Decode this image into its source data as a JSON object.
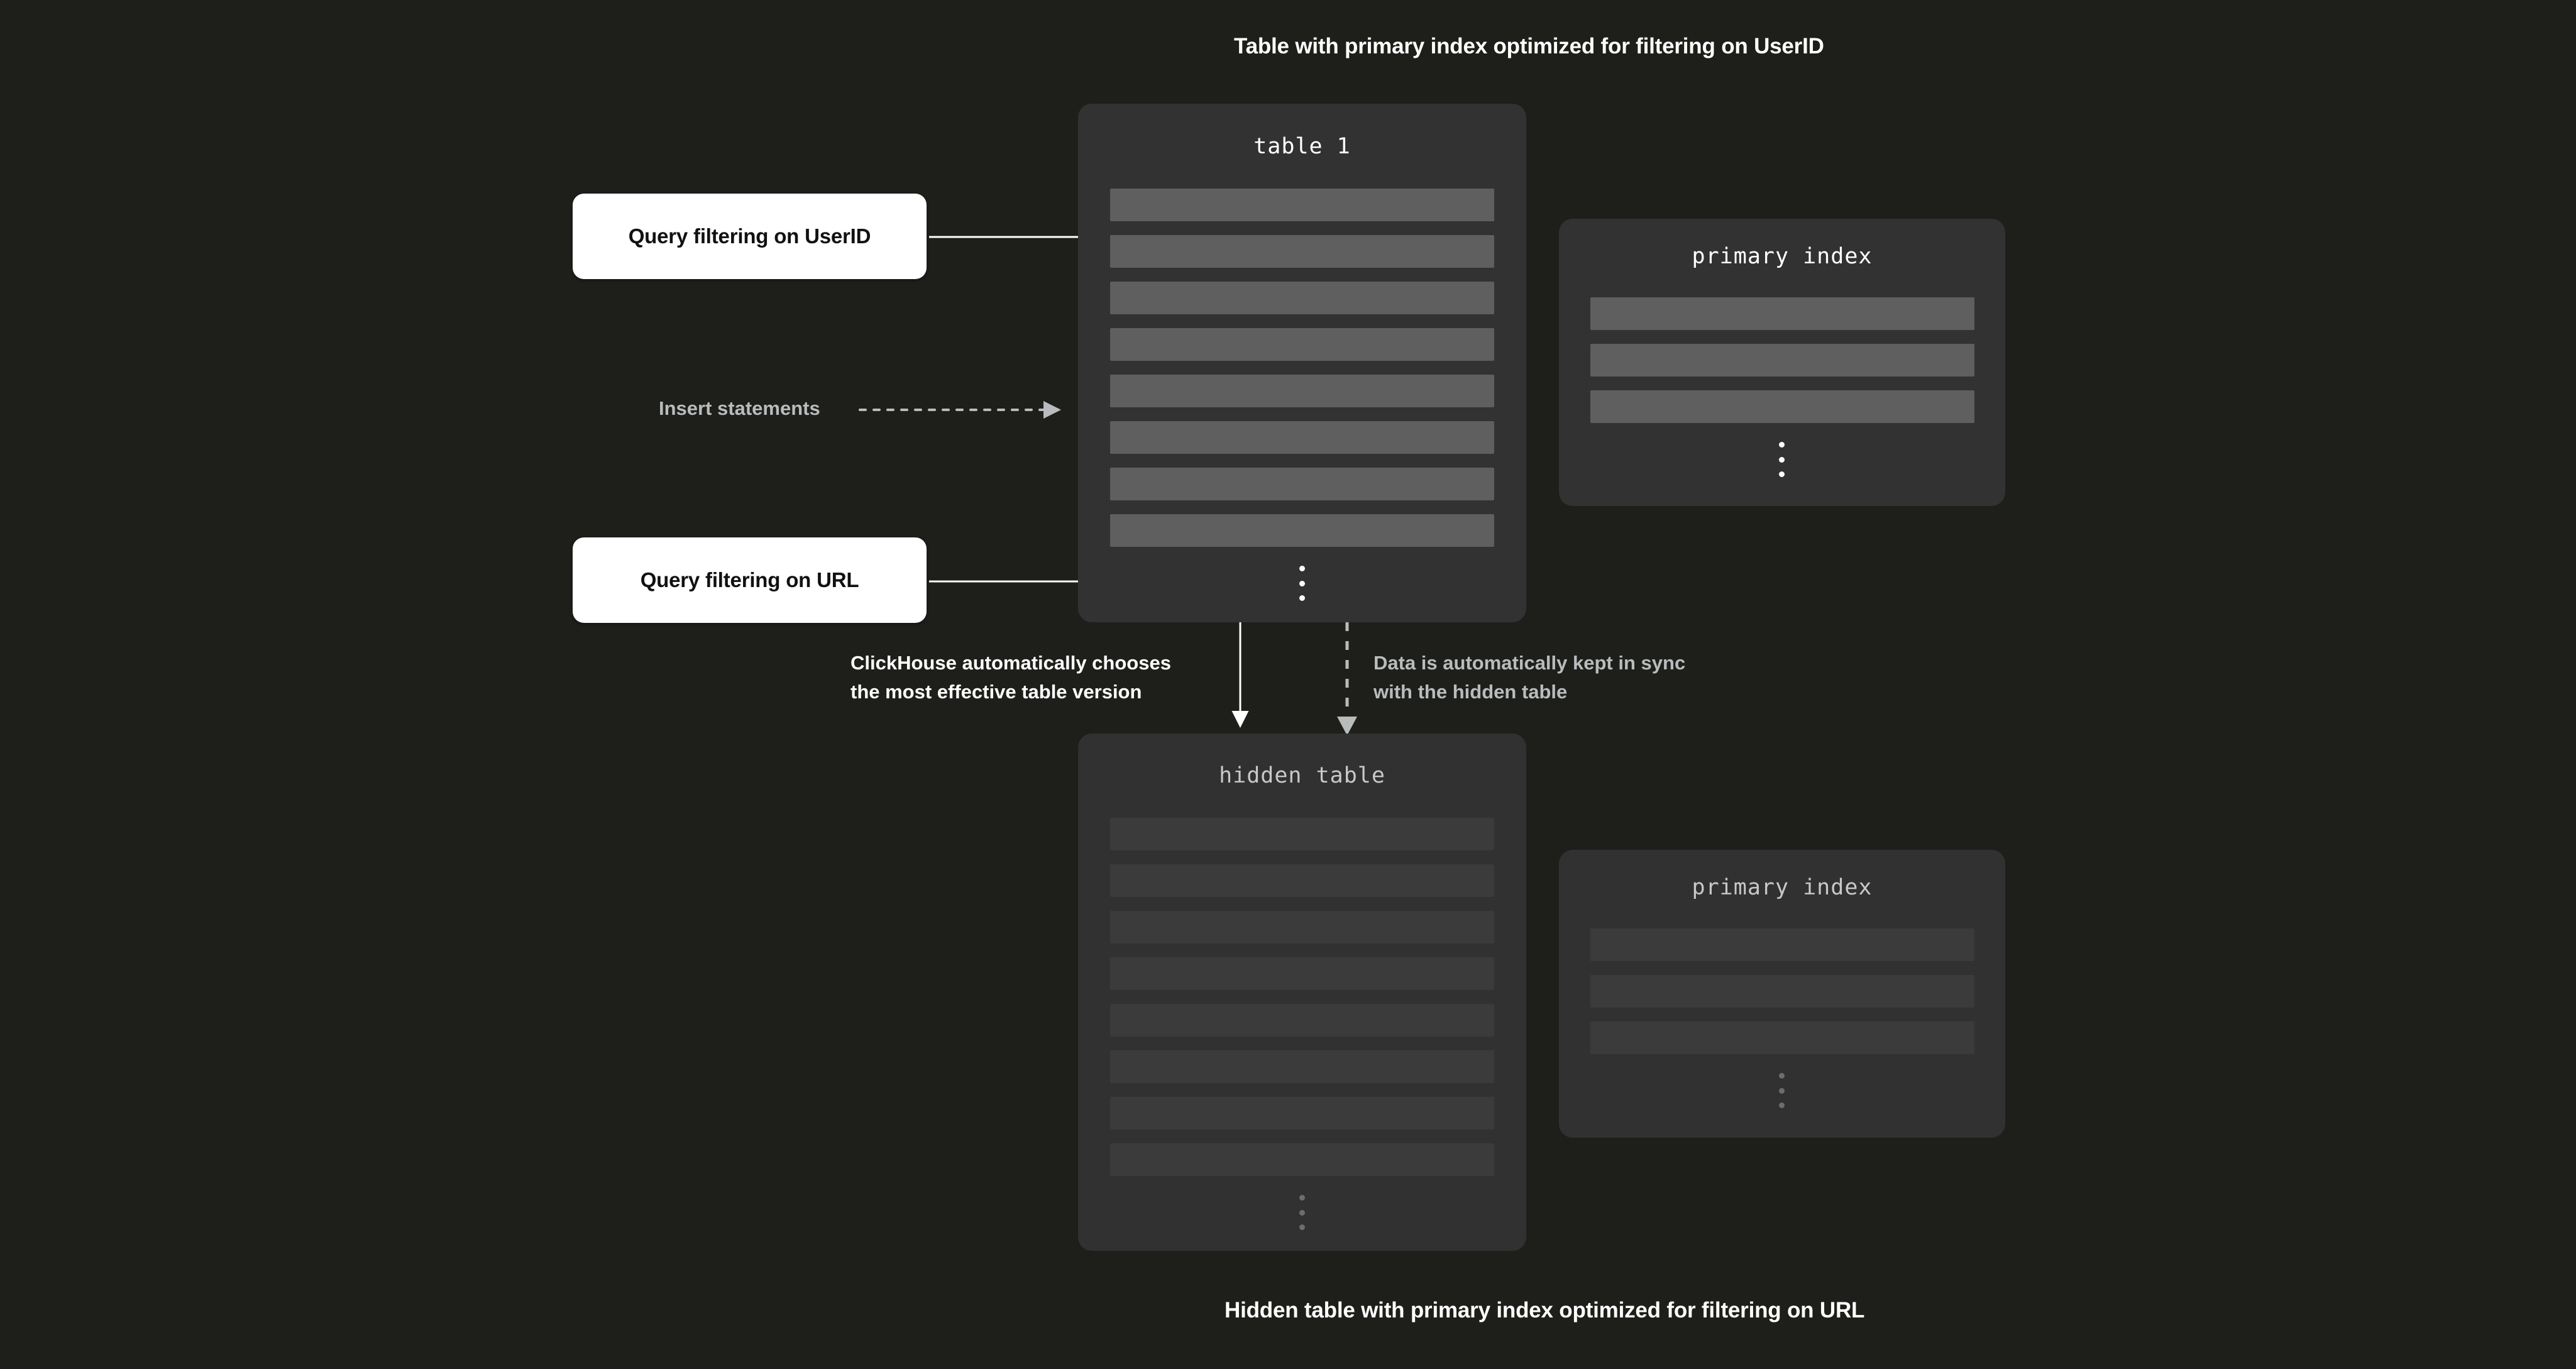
{
  "captions": {
    "top": "Table with primary index optimized for filtering on UserID",
    "bottom": "Hidden table with primary index optimized for filtering on URL"
  },
  "cards": {
    "table1": {
      "title": "table 1",
      "rows": 8,
      "ellipsis": "vertical-ellipsis"
    },
    "primary_index_top": {
      "title": "primary index",
      "rows": 3,
      "ellipsis": "vertical-ellipsis"
    },
    "hidden_table": {
      "title": "hidden table",
      "rows": 8,
      "ellipsis": "vertical-ellipsis"
    },
    "primary_index_bottom": {
      "title": "primary index",
      "rows": 3,
      "ellipsis": "vertical-ellipsis"
    }
  },
  "pills": {
    "query_userid": "Query filtering on UserID",
    "query_url": "Query filtering on URL"
  },
  "annotations": {
    "insert_statements": "Insert statements",
    "clickhouse_chooses": "ClickHouse automatically chooses\nthe most effective table version",
    "kept_in_sync": "Data is automatically kept in sync\nwith the hidden table"
  },
  "colors": {
    "background": "#1e1f1b",
    "card": "#323232",
    "row": "#5f5f5f",
    "row_dim": "#3b3b3b",
    "pill": "#ffffff",
    "text_white": "#ffffff",
    "text_grey": "#b8bcbc"
  }
}
